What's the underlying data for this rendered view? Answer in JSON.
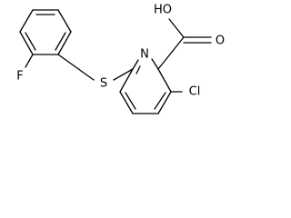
{
  "atoms": {
    "hydroxyl": "HO",
    "carbonyl_oxygen": "O",
    "nitrogen": "N",
    "sulfur": "S",
    "fluorine": "F",
    "chlorine": "Cl"
  }
}
